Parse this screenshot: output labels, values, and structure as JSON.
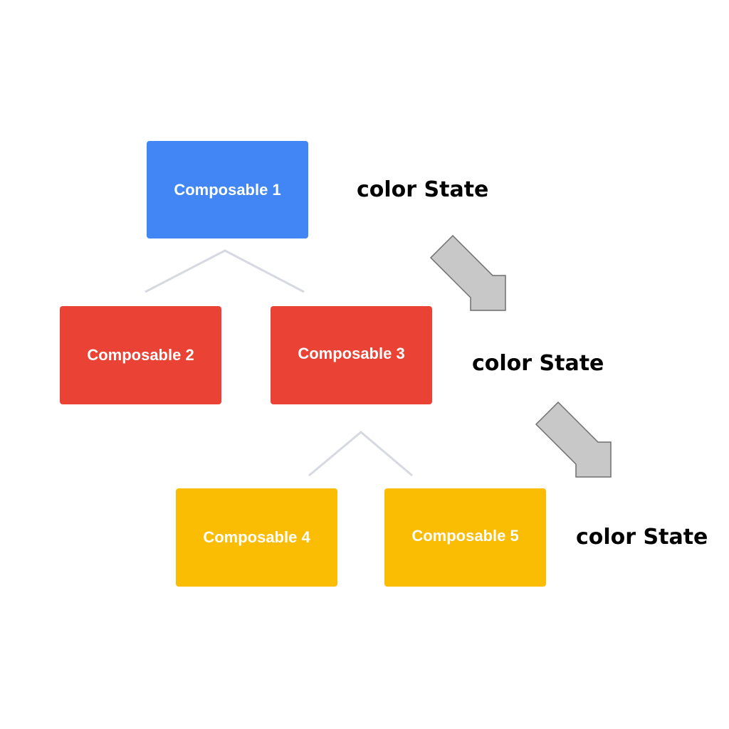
{
  "colors": {
    "level1": "#4285F4",
    "level2": "#EA4335",
    "level3": "#FBBC04",
    "connector": "#D6D9E0",
    "arrow_fill": "#C8C8C8",
    "arrow_stroke": "#6E6E6E"
  },
  "nodes": {
    "composable1": {
      "label": "Composable 1"
    },
    "composable2": {
      "label": "Composable 2"
    },
    "composable3": {
      "label": "Composable 3"
    },
    "composable4": {
      "label": "Composable 4"
    },
    "composable5": {
      "label": "Composable 5"
    }
  },
  "state_labels": {
    "level1": "color State",
    "level2": "color State",
    "level3": "color State"
  },
  "icons": {
    "flow_arrow": "arrow-down-right-icon"
  }
}
